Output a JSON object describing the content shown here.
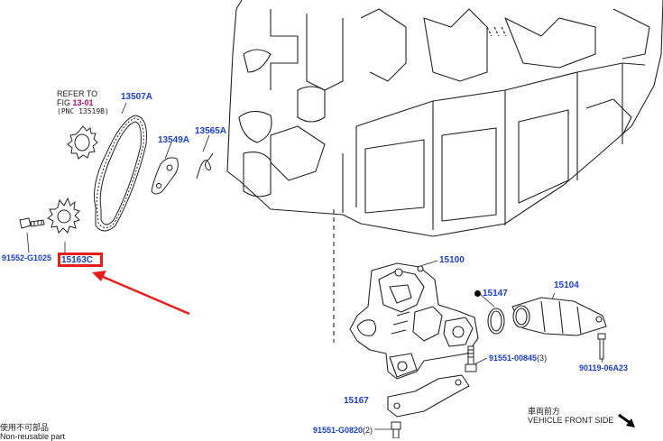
{
  "refer": {
    "line1": "REFER TO",
    "fig_prefix": "FIG ",
    "fig_number": "13-01",
    "pnc": "(PNC 13519B)"
  },
  "parts": {
    "p13507A": "13507A",
    "p13549A": "13549A",
    "p13565A": "13565A",
    "p91552": "91552-G1025",
    "p15163C": "15163C",
    "p15100": "15100",
    "p15147": "15147",
    "p15104": "15104",
    "p91551_00845": "91551-00845",
    "p91551_00845_qty": "(3)",
    "p90119": "90119-06A23",
    "p15167": "15167",
    "p91551_G0820": "91551-G0820",
    "p91551_G0820_qty": "(2)"
  },
  "notes": {
    "front_jp": "車両前方",
    "front_en": "VEHICLE FRONT SIDE",
    "legend_jp": "使用不可部品",
    "legend_en": "Non-reusable part"
  },
  "colors": {
    "label": "#1a3fd0",
    "highlight": "#e81e1e",
    "fig_ref": "#b0107a",
    "line": "#222222"
  },
  "highlighted_part": "15163C"
}
